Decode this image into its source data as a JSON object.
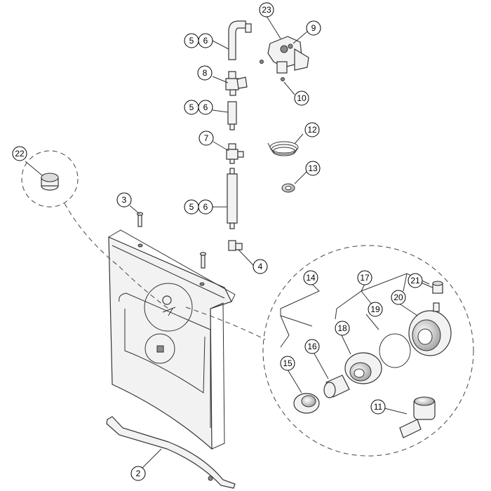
{
  "callouts": {
    "c23": "23",
    "c9": "9",
    "c5a": "5",
    "c6a": "6",
    "c8": "8",
    "c10": "10",
    "c5b": "5",
    "c6b": "6",
    "c12": "12",
    "c7": "7",
    "c13": "13",
    "c22": "22",
    "c3": "3",
    "c5c": "5",
    "c6c": "6",
    "c4": "4",
    "c14": "14",
    "c17": "17",
    "c21": "21",
    "c19": "19",
    "c20": "20",
    "c18": "18",
    "c16": "16",
    "c15": "15",
    "c11": "11",
    "c2": "2"
  },
  "colors": {
    "stroke": "#333333",
    "part_fill": "#f2f2f2",
    "metal": "#8a8a8a",
    "background": "#ffffff"
  }
}
